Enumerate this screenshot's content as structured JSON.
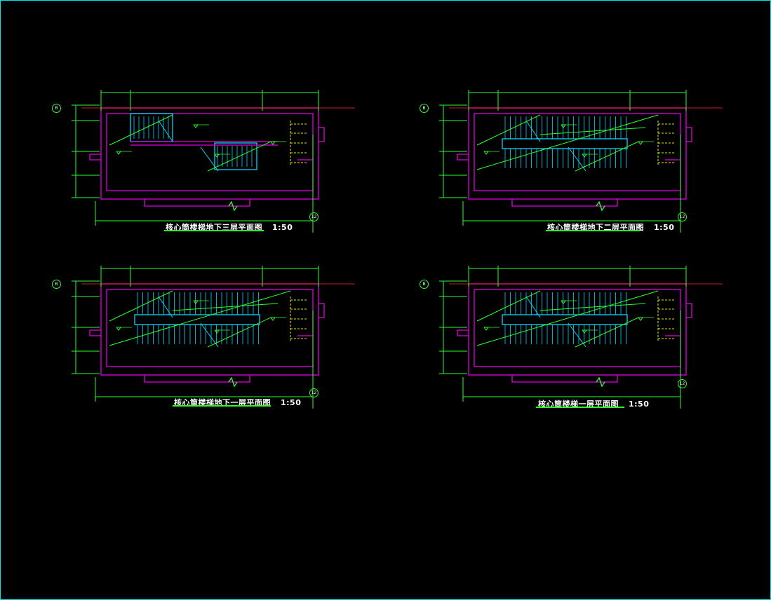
{
  "colors": {
    "background": "#000000",
    "frame": "#00e5e5",
    "wall": "#e000e0",
    "dimension": "#2aff2a",
    "stair": "#00d7ff",
    "axis_line": "#ff2a2a",
    "hidden": "#e6e600",
    "text": "#ffffff"
  },
  "plans": [
    {
      "title": "核心筒楼梯地下三层平面图",
      "scale": "1:50",
      "grid_left": "B",
      "grid_right": "12"
    },
    {
      "title": "核心筒楼梯地下二层平面图",
      "scale": "1:50",
      "grid_left": "B",
      "grid_right": "12"
    },
    {
      "title": "核心筒楼梯地下一层平面图",
      "scale": "1:50",
      "grid_left": "B",
      "grid_right": "12"
    },
    {
      "title": "核心筒楼梯一层平面图",
      "scale": "1:50",
      "grid_left": "B",
      "grid_right": "12"
    }
  ]
}
